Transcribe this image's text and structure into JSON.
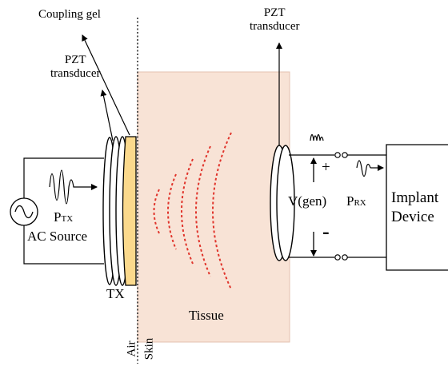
{
  "labels": {
    "coupling_gel": "Coupling gel",
    "tx_transducer_line1": "PZT",
    "tx_transducer_line2": "transducer",
    "rx_transducer_line1": "PZT",
    "rx_transducer_line2": "transducer",
    "ac_source": "AC Source",
    "p_tx_main": "P",
    "p_tx_sub": "TX",
    "tx": "TX",
    "tissue": "Tissue",
    "air": "Air",
    "skin": "Skin",
    "v_gen": "V(gen)",
    "p_rx_main": "P",
    "p_rx_sub": "RX",
    "plus": "+",
    "minus": "-",
    "implant_line1": "Implant",
    "implant_line2": "Device"
  },
  "colors": {
    "tissue_fill": "#f8e3d6",
    "tissue_border": "#e3c2b0",
    "gel_fill": "#fbd98c",
    "wave_color": "#e0342b",
    "line_color": "#000000"
  }
}
